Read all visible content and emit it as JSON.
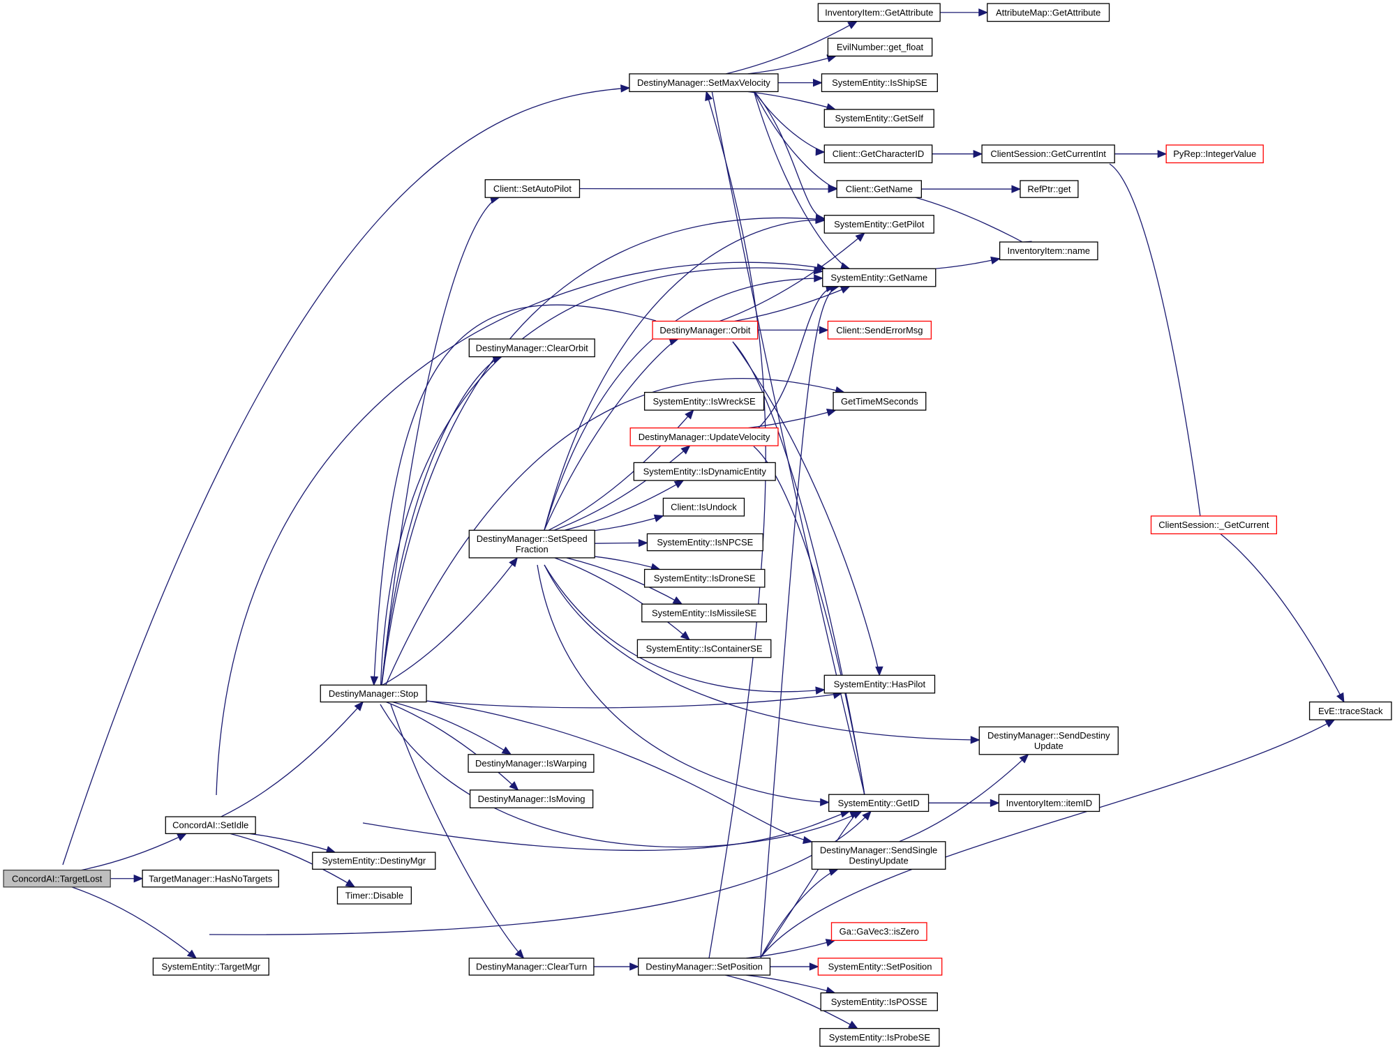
{
  "title": "Call graph of ConcordAI::TargetLost",
  "colors": {
    "edge": "#191970",
    "root_fill": "#bfbfbf",
    "red_border": "#ff0000"
  },
  "nodes": [
    {
      "id": "targetlost",
      "lines": [
        "ConcordAI::TargetLost"
      ],
      "style": "root"
    },
    {
      "id": "hasnotargets",
      "lines": [
        "TargetManager::HasNoTargets"
      ],
      "style": "normal"
    },
    {
      "id": "targetmgr",
      "lines": [
        "SystemEntity::TargetMgr"
      ],
      "style": "normal"
    },
    {
      "id": "setidle",
      "lines": [
        "ConcordAI::SetIdle"
      ],
      "style": "normal"
    },
    {
      "id": "destinymgr",
      "lines": [
        "SystemEntity::DestinyMgr"
      ],
      "style": "normal"
    },
    {
      "id": "timerdisable",
      "lines": [
        "Timer::Disable"
      ],
      "style": "normal"
    },
    {
      "id": "stop",
      "lines": [
        "DestinyManager::Stop"
      ],
      "style": "normal"
    },
    {
      "id": "iswarping",
      "lines": [
        "DestinyManager::IsWarping"
      ],
      "style": "normal"
    },
    {
      "id": "ismoving",
      "lines": [
        "DestinyManager::IsMoving"
      ],
      "style": "normal"
    },
    {
      "id": "clearturn",
      "lines": [
        "DestinyManager::ClearTurn"
      ],
      "style": "normal"
    },
    {
      "id": "setposition",
      "lines": [
        "DestinyManager::SetPosition"
      ],
      "style": "normal"
    },
    {
      "id": "setspeedfraction",
      "lines": [
        "DestinyManager::SetSpeed",
        "Fraction"
      ],
      "style": "normal"
    },
    {
      "id": "clearorbit",
      "lines": [
        "DestinyManager::ClearOrbit"
      ],
      "style": "normal"
    },
    {
      "id": "setautopilot",
      "lines": [
        "Client::SetAutoPilot"
      ],
      "style": "normal"
    },
    {
      "id": "setmaxvelocity",
      "lines": [
        "DestinyManager::SetMaxVelocity"
      ],
      "style": "normal"
    },
    {
      "id": "orbit",
      "lines": [
        "DestinyManager::Orbit"
      ],
      "style": "red"
    },
    {
      "id": "updatevelocity",
      "lines": [
        "DestinyManager::UpdateVelocity"
      ],
      "style": "red"
    },
    {
      "id": "iswreckse",
      "lines": [
        "SystemEntity::IsWreckSE"
      ],
      "style": "normal"
    },
    {
      "id": "isdynamicentity",
      "lines": [
        "SystemEntity::IsDynamicEntity"
      ],
      "style": "normal"
    },
    {
      "id": "isundock",
      "lines": [
        "Client::IsUndock"
      ],
      "style": "normal"
    },
    {
      "id": "isnpcse",
      "lines": [
        "SystemEntity::IsNPCSE"
      ],
      "style": "normal"
    },
    {
      "id": "isdronese",
      "lines": [
        "SystemEntity::IsDroneSE"
      ],
      "style": "normal"
    },
    {
      "id": "ismissilese",
      "lines": [
        "SystemEntity::IsMissileSE"
      ],
      "style": "normal"
    },
    {
      "id": "iscontainerse",
      "lines": [
        "SystemEntity::IsContainerSE"
      ],
      "style": "normal"
    },
    {
      "id": "invgetattribute",
      "lines": [
        "InventoryItem::GetAttribute"
      ],
      "style": "normal"
    },
    {
      "id": "attrmapgetattribute",
      "lines": [
        "AttributeMap::GetAttribute"
      ],
      "style": "normal"
    },
    {
      "id": "getfloat",
      "lines": [
        "EvilNumber::get_float"
      ],
      "style": "normal"
    },
    {
      "id": "isshipse",
      "lines": [
        "SystemEntity::IsShipSE"
      ],
      "style": "normal"
    },
    {
      "id": "getself",
      "lines": [
        "SystemEntity::GetSelf"
      ],
      "style": "normal"
    },
    {
      "id": "getcharacterid",
      "lines": [
        "Client::GetCharacterID"
      ],
      "style": "normal"
    },
    {
      "id": "getcurrentint",
      "lines": [
        "ClientSession::GetCurrentInt"
      ],
      "style": "normal"
    },
    {
      "id": "integervalue",
      "lines": [
        "PyRep::IntegerValue"
      ],
      "style": "red"
    },
    {
      "id": "clientgetname",
      "lines": [
        "Client::GetName"
      ],
      "style": "normal"
    },
    {
      "id": "refptrget",
      "lines": [
        "RefPtr::get"
      ],
      "style": "normal"
    },
    {
      "id": "getpilot",
      "lines": [
        "SystemEntity::GetPilot"
      ],
      "style": "normal"
    },
    {
      "id": "invname",
      "lines": [
        "InventoryItem::name"
      ],
      "style": "normal"
    },
    {
      "id": "segetname",
      "lines": [
        "SystemEntity::GetName"
      ],
      "style": "normal"
    },
    {
      "id": "senderrormsg",
      "lines": [
        "Client::SendErrorMsg"
      ],
      "style": "red"
    },
    {
      "id": "gettimemseconds",
      "lines": [
        "GetTimeMSeconds"
      ],
      "style": "normal"
    },
    {
      "id": "getcurrent",
      "lines": [
        "ClientSession::_GetCurrent"
      ],
      "style": "red"
    },
    {
      "id": "tracestack",
      "lines": [
        "EvE::traceStack"
      ],
      "style": "normal"
    },
    {
      "id": "haspilot",
      "lines": [
        "SystemEntity::HasPilot"
      ],
      "style": "normal"
    },
    {
      "id": "senddestinyupdate",
      "lines": [
        "DestinyManager::SendDestiny",
        "Update"
      ],
      "style": "normal"
    },
    {
      "id": "getid",
      "lines": [
        "SystemEntity::GetID"
      ],
      "style": "normal"
    },
    {
      "id": "itemid",
      "lines": [
        "InventoryItem::itemID"
      ],
      "style": "normal"
    },
    {
      "id": "sendsingledestinyupdate",
      "lines": [
        "DestinyManager::SendSingle",
        "DestinyUpdate"
      ],
      "style": "normal"
    },
    {
      "id": "iszero",
      "lines": [
        "Ga::GaVec3::isZero"
      ],
      "style": "red"
    },
    {
      "id": "sesetposition",
      "lines": [
        "SystemEntity::SetPosition"
      ],
      "style": "red"
    },
    {
      "id": "isposse",
      "lines": [
        "SystemEntity::IsPOSSE"
      ],
      "style": "normal"
    },
    {
      "id": "isprobese",
      "lines": [
        "SystemEntity::IsProbeSE"
      ],
      "style": "normal"
    }
  ],
  "edges": [
    [
      "targetlost",
      "hasnotargets"
    ],
    [
      "targetlost",
      "targetmgr"
    ],
    [
      "targetlost",
      "setidle"
    ],
    [
      "targetlost",
      "setmaxvelocity"
    ],
    [
      "targetlost",
      "getid"
    ],
    [
      "setidle",
      "destinymgr"
    ],
    [
      "setidle",
      "timerdisable"
    ],
    [
      "setidle",
      "stop"
    ],
    [
      "setidle",
      "segetname"
    ],
    [
      "setidle",
      "getid"
    ],
    [
      "stop",
      "iswarping"
    ],
    [
      "stop",
      "ismoving"
    ],
    [
      "stop",
      "clearturn"
    ],
    [
      "stop",
      "setspeedfraction"
    ],
    [
      "stop",
      "clearorbit"
    ],
    [
      "stop",
      "setautopilot"
    ],
    [
      "stop",
      "getpilot"
    ],
    [
      "stop",
      "segetname"
    ],
    [
      "stop",
      "gettimemseconds"
    ],
    [
      "stop",
      "haspilot"
    ],
    [
      "stop",
      "getid"
    ],
    [
      "stop",
      "sendsingledestinyupdate"
    ],
    [
      "clearturn",
      "setposition"
    ],
    [
      "setposition",
      "iszero"
    ],
    [
      "setposition",
      "sesetposition"
    ],
    [
      "setposition",
      "isposse"
    ],
    [
      "setposition",
      "isprobese"
    ],
    [
      "setposition",
      "tracestack"
    ],
    [
      "setposition",
      "getid"
    ],
    [
      "setposition",
      "sendsingledestinyupdate"
    ],
    [
      "setposition",
      "segetname"
    ],
    [
      "setposition",
      "setmaxvelocity"
    ],
    [
      "setspeedfraction",
      "orbit"
    ],
    [
      "setspeedfraction",
      "updatevelocity"
    ],
    [
      "setspeedfraction",
      "iswreckse"
    ],
    [
      "setspeedfraction",
      "isdynamicentity"
    ],
    [
      "setspeedfraction",
      "isundock"
    ],
    [
      "setspeedfraction",
      "isnpcse"
    ],
    [
      "setspeedfraction",
      "isdronese"
    ],
    [
      "setspeedfraction",
      "ismissilese"
    ],
    [
      "setspeedfraction",
      "iscontainerse"
    ],
    [
      "setspeedfraction",
      "haspilot"
    ],
    [
      "setspeedfraction",
      "senddestinyupdate"
    ],
    [
      "setspeedfraction",
      "getid"
    ],
    [
      "setspeedfraction",
      "getpilot"
    ],
    [
      "setspeedfraction",
      "segetname"
    ],
    [
      "setautopilot",
      "clientgetname"
    ],
    [
      "setmaxvelocity",
      "invgetattribute"
    ],
    [
      "setmaxvelocity",
      "getfloat"
    ],
    [
      "setmaxvelocity",
      "isshipse"
    ],
    [
      "setmaxvelocity",
      "getself"
    ],
    [
      "setmaxvelocity",
      "getcharacterid"
    ],
    [
      "setmaxvelocity",
      "clientgetname"
    ],
    [
      "setmaxvelocity",
      "getpilot"
    ],
    [
      "setmaxvelocity",
      "segetname"
    ],
    [
      "setmaxvelocity",
      "getid"
    ],
    [
      "invgetattribute",
      "attrmapgetattribute"
    ],
    [
      "getcharacterid",
      "getcurrentint"
    ],
    [
      "getcurrentint",
      "integervalue"
    ],
    [
      "getcurrentint",
      "getcurrent"
    ],
    [
      "getcurrent",
      "tracestack"
    ],
    [
      "clientgetname",
      "refptrget"
    ],
    [
      "clientgetname",
      "invname"
    ],
    [
      "segetname",
      "invname"
    ],
    [
      "orbit",
      "senderrormsg"
    ],
    [
      "orbit",
      "getpilot"
    ],
    [
      "orbit",
      "segetname"
    ],
    [
      "orbit",
      "haspilot"
    ],
    [
      "orbit",
      "getid"
    ],
    [
      "orbit",
      "stop"
    ],
    [
      "updatevelocity",
      "gettimemseconds"
    ],
    [
      "updatevelocity",
      "segetname"
    ],
    [
      "updatevelocity",
      "getid"
    ],
    [
      "getid",
      "itemid"
    ],
    [
      "sendsingledestinyupdate",
      "senddestinyupdate"
    ]
  ]
}
